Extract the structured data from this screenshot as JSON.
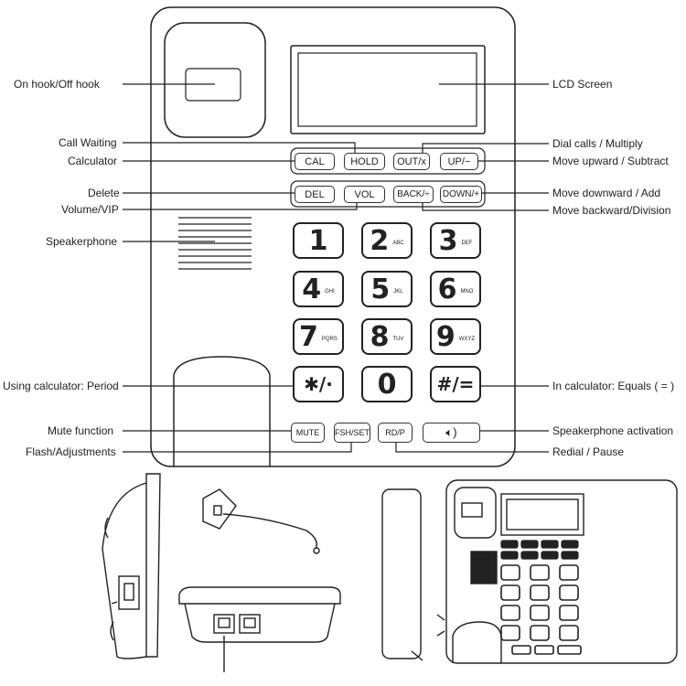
{
  "labels_left": {
    "hook": "On hook/Off hook",
    "call_waiting": "Call Waiting",
    "calculator": "Calculator",
    "delete": "Delete",
    "volume": "Volume/VIP",
    "speakerphone": "Speakerphone",
    "period": "Using calculator: Period",
    "mute": "Mute function",
    "flash": "Flash/Adjustments"
  },
  "labels_right": {
    "lcd": "LCD Screen",
    "dial": "Dial calls / Multiply",
    "up": "Move upward / Subtract",
    "down": "Move downward / Add",
    "back": "Move backward/Division",
    "equals": "In calculator: Equals ( = )",
    "speaker_act": "Speakerphone activation",
    "redial": "Redial / Pause"
  },
  "buttons": {
    "cal": "CAL",
    "hold": "HOLD",
    "out": "OUT/x",
    "up": "UP/−",
    "del": "DEL",
    "vol": "VOL",
    "back": "BACK/÷",
    "down": "DOWN/+",
    "mute": "MUTE",
    "fsh": "FSH/SET",
    "rdp": "RD/P",
    "speaker_icon": "speaker-icon"
  },
  "keys": [
    {
      "digit": "1",
      "letters": ""
    },
    {
      "digit": "2",
      "letters": "ABC"
    },
    {
      "digit": "3",
      "letters": "DEF"
    },
    {
      "digit": "4",
      "letters": "GHI"
    },
    {
      "digit": "5",
      "letters": "JKL"
    },
    {
      "digit": "6",
      "letters": "MNO"
    },
    {
      "digit": "7",
      "letters": "PQRS"
    },
    {
      "digit": "8",
      "letters": "TUV"
    },
    {
      "digit": "9",
      "letters": "WXYZ"
    },
    {
      "digit": "✱/·",
      "letters": ""
    },
    {
      "digit": "0",
      "letters": ""
    },
    {
      "digit": "#/=",
      "letters": ""
    }
  ]
}
